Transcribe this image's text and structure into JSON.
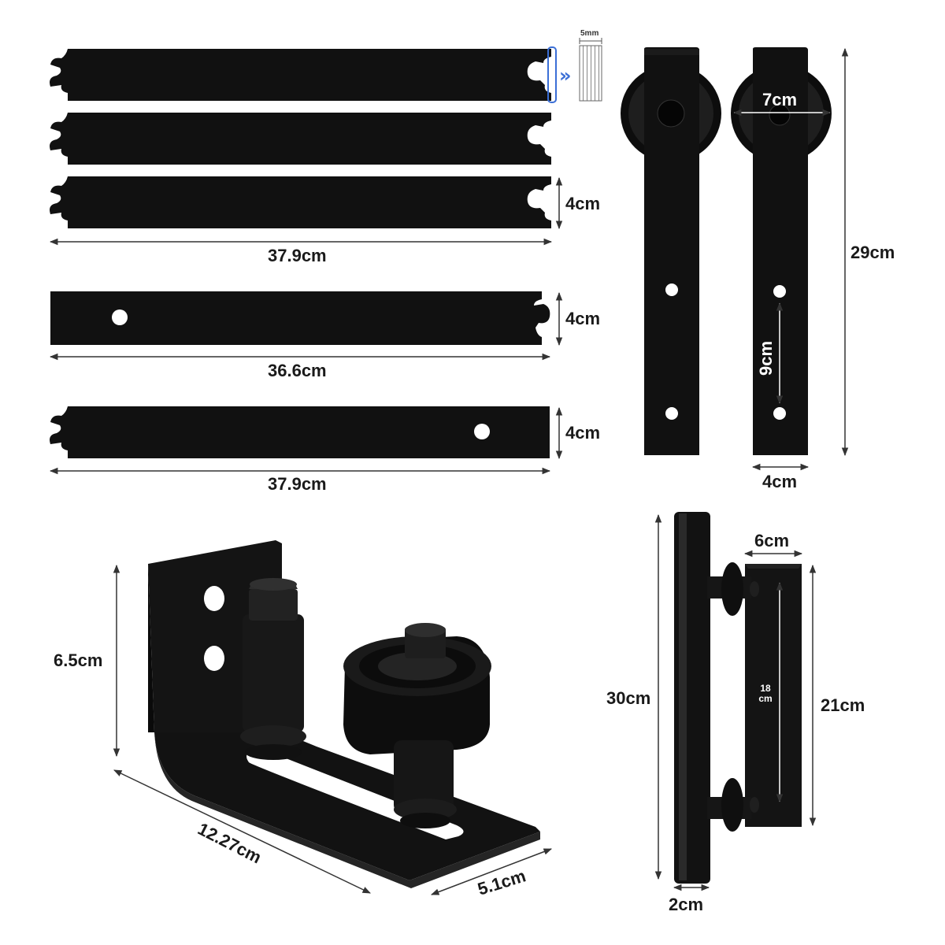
{
  "colors": {
    "metal": "#111111",
    "metal_highlight": "#2a2a2a",
    "dimension_line": "#333333",
    "accent_blue": "#3b6fd6",
    "background": "#ffffff"
  },
  "labels": {
    "plate_thickness": "5mm",
    "rail_width_1": "4cm",
    "rail_length_1": "37.9cm",
    "rail_width_2": "4cm",
    "rail_length_2": "36.6cm",
    "rail_width_3": "4cm",
    "rail_length_3": "37.9cm",
    "wheel_diameter": "7cm",
    "hanger_height": "29cm",
    "hole_spacing": "9cm",
    "hanger_width": "4cm",
    "guide_height": "6.5cm",
    "guide_length": "12.27cm",
    "guide_width": "5.1cm",
    "handle_length": "30cm",
    "plate_width": "6cm",
    "plate_height": "21cm",
    "handle_spacing_num": "18",
    "handle_spacing_unit": "cm",
    "handle_diameter": "2cm"
  },
  "icons": {
    "arrow_indicator": "double-chevron-right-icon"
  }
}
